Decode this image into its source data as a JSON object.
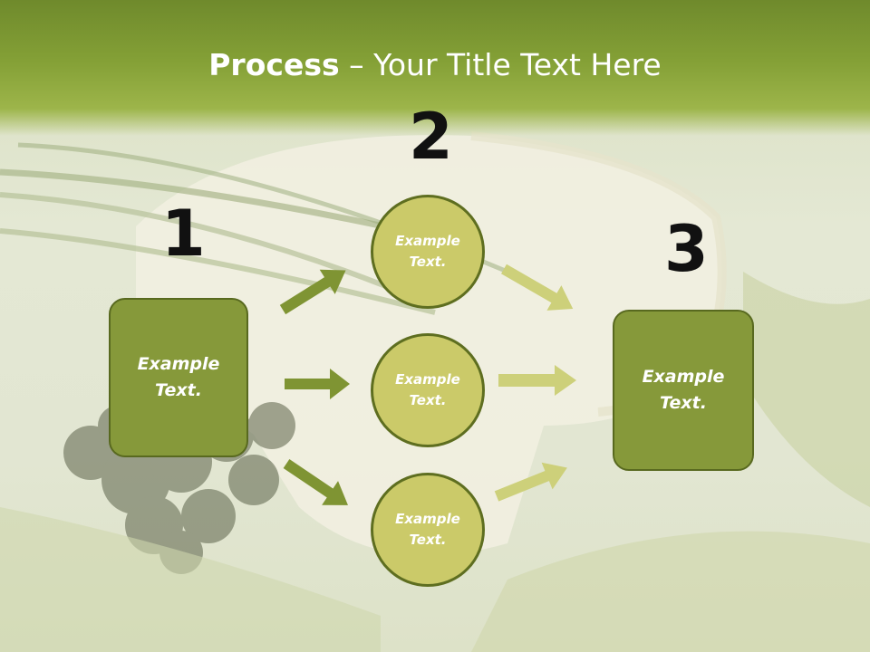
{
  "title": {
    "bold": "Process",
    "rest": " – Your Title Text Here"
  },
  "steps": {
    "one": {
      "number": "1",
      "text": "Example Text."
    },
    "two": {
      "number": "2",
      "circles": [
        {
          "text": "Example Text."
        },
        {
          "text": "Example Text."
        },
        {
          "text": "Example Text."
        }
      ]
    },
    "three": {
      "number": "3",
      "text": "Example Text."
    }
  },
  "colors": {
    "header": "#84a036",
    "box_fill": "#86993a",
    "box_border": "#58691f",
    "circle_fill": "#cbca69",
    "circle_border": "#5e6e20",
    "arrow_dark": "#7f9433",
    "arrow_light": "#cdd07a"
  }
}
